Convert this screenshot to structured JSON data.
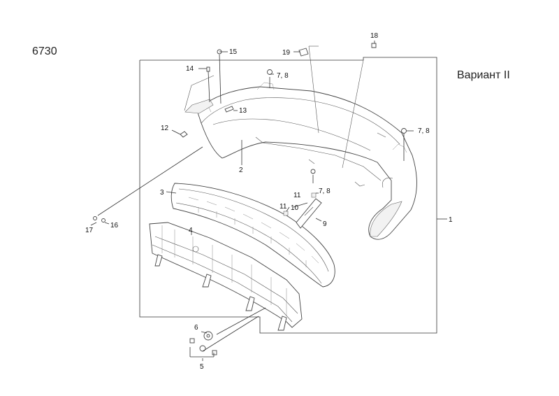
{
  "diagram": {
    "catalog_number": "6730",
    "variant": "Вариант II",
    "callouts": {
      "c1": "1",
      "c2": "2",
      "c3": "3",
      "c4": "4",
      "c5": "5",
      "c6": "6",
      "c78a": "7, 8",
      "c78b": "7, 8",
      "c78c": "7, 8",
      "c9": "9",
      "c10": "10",
      "c11a": "11",
      "c11b": "11",
      "c12": "12",
      "c13": "13",
      "c14": "14",
      "c15": "15",
      "c16": "16",
      "c17": "17",
      "c18": "18",
      "c19": "19"
    }
  }
}
